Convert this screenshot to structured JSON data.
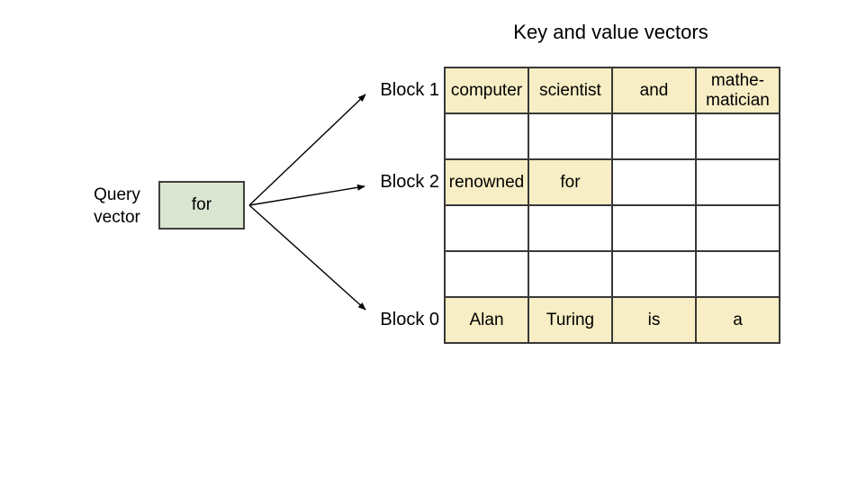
{
  "title": "Key and value vectors",
  "query": {
    "label": "Query\nvector",
    "box_text": "for"
  },
  "blocks": [
    {
      "label": "Block 1"
    },
    {
      "label": "Block 2"
    },
    {
      "label": "Block 0"
    }
  ],
  "table": {
    "rows": [
      {
        "cells": [
          {
            "text": "computer",
            "hl": true
          },
          {
            "text": "scientist",
            "hl": true
          },
          {
            "text": "and",
            "hl": true
          },
          {
            "text": "mathe-\nmatician",
            "hl": true
          }
        ]
      },
      {
        "cells": [
          {
            "text": "",
            "hl": false
          },
          {
            "text": "",
            "hl": false
          },
          {
            "text": "",
            "hl": false
          },
          {
            "text": "",
            "hl": false
          }
        ]
      },
      {
        "cells": [
          {
            "text": "renowned",
            "hl": true
          },
          {
            "text": "for",
            "hl": true
          },
          {
            "text": "",
            "hl": false
          },
          {
            "text": "",
            "hl": false
          }
        ]
      },
      {
        "cells": [
          {
            "text": "",
            "hl": false
          },
          {
            "text": "",
            "hl": false
          },
          {
            "text": "",
            "hl": false
          },
          {
            "text": "",
            "hl": false
          }
        ]
      },
      {
        "cells": [
          {
            "text": "",
            "hl": false
          },
          {
            "text": "",
            "hl": false
          },
          {
            "text": "",
            "hl": false
          },
          {
            "text": "",
            "hl": false
          }
        ]
      },
      {
        "cells": [
          {
            "text": "Alan",
            "hl": true
          },
          {
            "text": "Turing",
            "hl": true
          },
          {
            "text": "is",
            "hl": true
          },
          {
            "text": "a",
            "hl": true
          }
        ]
      }
    ]
  },
  "colors": {
    "cell_highlight": "#f8eec5",
    "query_box_fill": "#d9e5d1",
    "table_border": "#383838"
  }
}
